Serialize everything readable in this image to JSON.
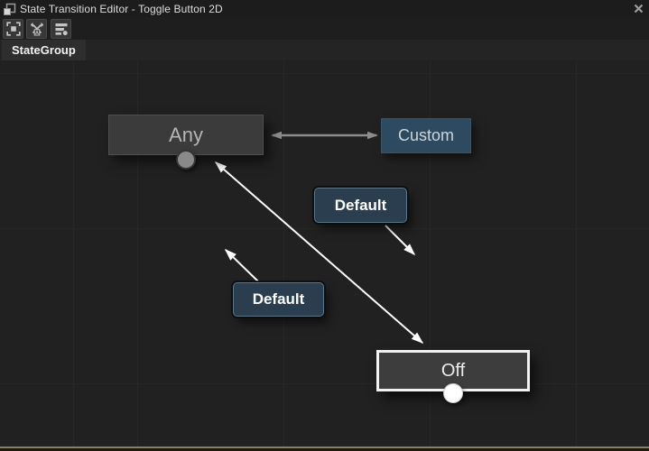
{
  "window": {
    "title": "State Transition Editor - Toggle Button 2D"
  },
  "toolbar": {
    "buttons": [
      {
        "name": "fit-to-view"
      },
      {
        "name": "auto-arrange"
      },
      {
        "name": "display-options"
      }
    ]
  },
  "tabs": [
    {
      "label": "StateGroup",
      "active": true
    }
  ],
  "canvas": {
    "nodes": [
      {
        "id": "any",
        "label": "Any",
        "type": "any-state",
        "selected": false
      },
      {
        "id": "custom",
        "label": "Custom",
        "type": "custom-state",
        "selected": false
      },
      {
        "id": "off",
        "label": "Off",
        "type": "state",
        "selected": true
      }
    ],
    "transitions": [
      {
        "label": "Default",
        "from": "Any",
        "to": "Off"
      },
      {
        "label": "Default",
        "from": "Off",
        "to": "Any"
      },
      {
        "label": "",
        "from": "Any",
        "to": "Custom",
        "bidirectional": true
      }
    ]
  },
  "icons": [
    "window-icon",
    "close-icon",
    "fit-to-view-icon",
    "auto-arrange-icon",
    "display-options-icon"
  ],
  "colors": {
    "canvas_bg": "#212121",
    "node_gray": "#3b3b3b",
    "node_blue": "#2e4a60",
    "label_blue": "#2b3e4f",
    "selection_white": "#f2f2f2",
    "arrow_white": "#ffffff",
    "arrow_gray": "#8d8d8d",
    "bottom_edge": "#8a8060"
  }
}
